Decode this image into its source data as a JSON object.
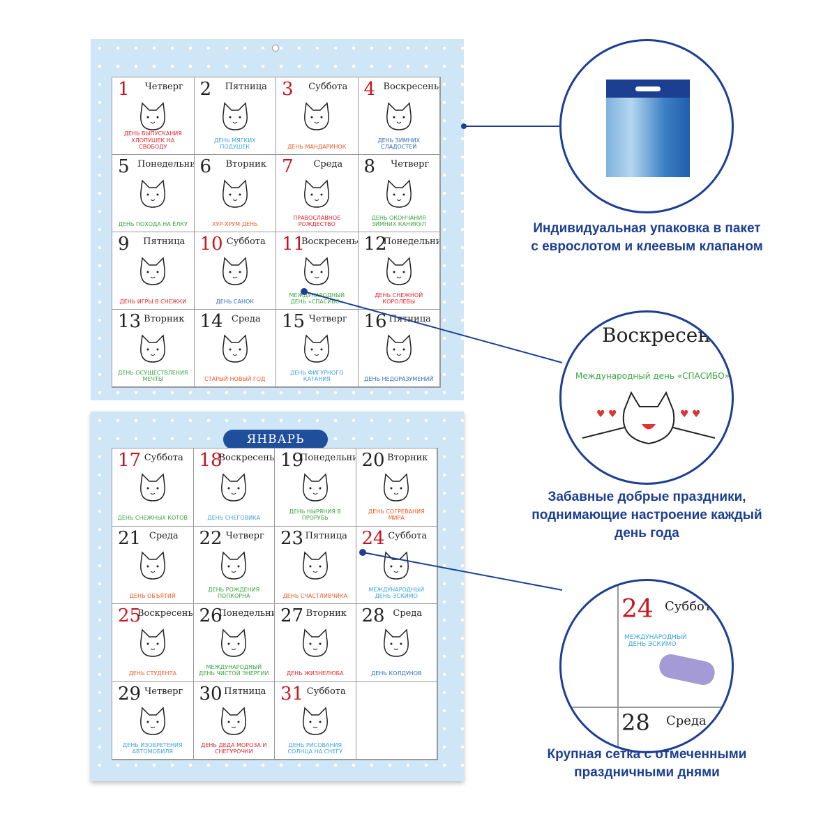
{
  "month_label": "ЯНВАРЬ",
  "days": [
    {
      "num": "1",
      "wd": "Четверг",
      "hol": "День выпускания хлопушек на свободу",
      "red": true,
      "c": "#e2262c"
    },
    {
      "num": "2",
      "wd": "Пятница",
      "hol": "День мягких подушек",
      "red": false,
      "c": "#3fa3db"
    },
    {
      "num": "3",
      "wd": "Суббота",
      "hol": "День мандаринок",
      "red": true,
      "c": "#ef5a24"
    },
    {
      "num": "4",
      "wd": "Воскресенье",
      "hol": "День зимних сладостей",
      "red": true,
      "c": "#2d6fb8"
    },
    {
      "num": "5",
      "wd": "Понедельник",
      "hol": "День похода на ёлку",
      "red": false,
      "c": "#3aa540"
    },
    {
      "num": "6",
      "wd": "Вторник",
      "hol": "Хур-хрум день",
      "red": false,
      "c": "#ef5a24"
    },
    {
      "num": "7",
      "wd": "Среда",
      "hol": "Православное Рождество",
      "red": true,
      "c": "#e2262c"
    },
    {
      "num": "8",
      "wd": "Четверг",
      "hol": "День окончания зимних каникул",
      "red": false,
      "c": "#3aa540"
    },
    {
      "num": "9",
      "wd": "Пятница",
      "hol": "День игры в снежки",
      "red": false,
      "c": "#e2262c"
    },
    {
      "num": "10",
      "wd": "Суббота",
      "hol": "День санок",
      "red": true,
      "c": "#2d6fb8"
    },
    {
      "num": "11",
      "wd": "Воскресенье",
      "hol": "Международный день «Спасибо»",
      "red": true,
      "c": "#3aa540"
    },
    {
      "num": "12",
      "wd": "Понедельник",
      "hol": "День снежной королевы",
      "red": false,
      "c": "#e2262c"
    },
    {
      "num": "13",
      "wd": "Вторник",
      "hol": "День осуществления мечты",
      "red": false,
      "c": "#3aa540"
    },
    {
      "num": "14",
      "wd": "Среда",
      "hol": "Старый Новый год",
      "red": false,
      "c": "#ef5a24"
    },
    {
      "num": "15",
      "wd": "Четверг",
      "hol": "День фигурного катания",
      "red": false,
      "c": "#3fa3db"
    },
    {
      "num": "16",
      "wd": "Пятница",
      "hol": "День недоразумений",
      "red": false,
      "c": "#2d6fb8"
    },
    {
      "num": "17",
      "wd": "Суббота",
      "hol": "День снежных котов",
      "red": true,
      "c": "#3aa540"
    },
    {
      "num": "18",
      "wd": "Воскресенье",
      "hol": "День снеговика",
      "red": true,
      "c": "#3fa3db"
    },
    {
      "num": "19",
      "wd": "Понедельник",
      "hol": "День ныряния в прорубь",
      "red": false,
      "c": "#3aa540"
    },
    {
      "num": "20",
      "wd": "Вторник",
      "hol": "День согревания мира",
      "red": false,
      "c": "#ef5a24"
    },
    {
      "num": "21",
      "wd": "Среда",
      "hol": "День объятий",
      "red": false,
      "c": "#ef5a24"
    },
    {
      "num": "22",
      "wd": "Четверг",
      "hol": "День рождения попкорна",
      "red": false,
      "c": "#3aa540"
    },
    {
      "num": "23",
      "wd": "Пятница",
      "hol": "День счастливчика",
      "red": false,
      "c": "#ef5a24"
    },
    {
      "num": "24",
      "wd": "Суббота",
      "hol": "Международный день эскимо",
      "red": true,
      "c": "#3fa3db"
    },
    {
      "num": "25",
      "wd": "Воскресенье",
      "hol": "День студента",
      "red": true,
      "c": "#ef5a24"
    },
    {
      "num": "26",
      "wd": "Понедельник",
      "hol": "Международный день чистой энергии",
      "red": false,
      "c": "#3aa540"
    },
    {
      "num": "27",
      "wd": "Вторник",
      "hol": "День жизнелюба",
      "red": false,
      "c": "#e2262c"
    },
    {
      "num": "28",
      "wd": "Среда",
      "hol": "День колдунов",
      "red": false,
      "c": "#2d6fb8"
    },
    {
      "num": "29",
      "wd": "Четверг",
      "hol": "День изобретения автомобиля",
      "red": false,
      "c": "#3fa3db"
    },
    {
      "num": "30",
      "wd": "Пятница",
      "hol": "День Деда Мороза и Снегурочки",
      "red": false,
      "c": "#e2262c"
    },
    {
      "num": "31",
      "wd": "Суббота",
      "hol": "День рисования солнца на снегу",
      "red": true,
      "c": "#3fa3db"
    }
  ],
  "zoom2": {
    "wd": "Воскресенье",
    "hol": "Международный день «СПАСИБО»"
  },
  "zoom3": {
    "num": "24",
    "wd": "Суббота",
    "hol": "Международный день эскимо",
    "num2": "28",
    "wd2": "Среда"
  },
  "captions": [
    "Индивидуальная упаковка в пакет с еврослотом и клеевым клапаном",
    "Забавные добрые праздники, поднимающие настроение каждый день года",
    "Крупная сетка с отмеченными праздничными днями"
  ],
  "accent": "#1d3f91"
}
